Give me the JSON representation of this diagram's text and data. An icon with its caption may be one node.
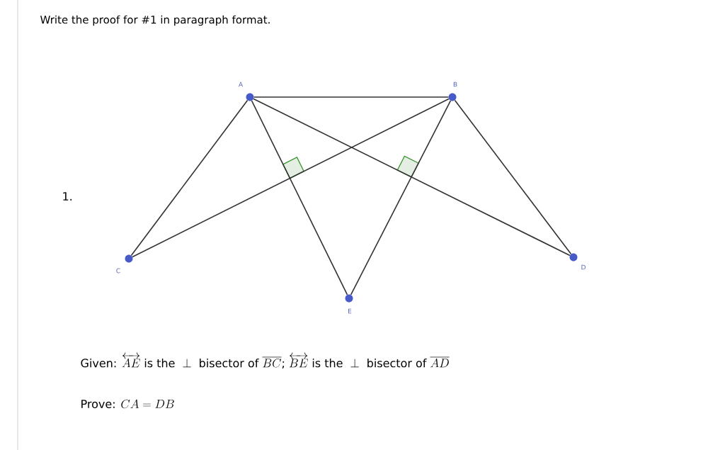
{
  "diagram": {
    "title": "Write the proof for #1 in paragraph format.",
    "nodes": [
      {
        "text": [],
        "shape": "circle",
        "beside": [
          "A"
        ]
      },
      {
        "text": [],
        "shape": "circle",
        "beside": [
          "B"
        ]
      },
      {
        "text": [],
        "shape": "circle",
        "beside": [
          "C"
        ]
      },
      {
        "text": [],
        "shape": "circle",
        "beside": [
          "D"
        ]
      },
      {
        "text": [],
        "shape": "circle",
        "beside": [
          "E"
        ]
      }
    ],
    "edges": [
      {
        "from": 0,
        "to": 1,
        "arrow": "none"
      },
      {
        "from": 0,
        "to": 2,
        "arrow": "none"
      },
      {
        "from": 0,
        "to": 4,
        "arrow": "none"
      },
      {
        "from": 0,
        "to": 3,
        "arrow": "none"
      },
      {
        "from": 1,
        "to": 2,
        "arrow": "none"
      },
      {
        "from": 1,
        "to": 4,
        "arrow": "none"
      },
      {
        "from": 1,
        "to": 3,
        "arrow": "none"
      }
    ],
    "labels": [
      "1.",
      "\\text{Given: }\\overleftrightarrow{AE}\\text{ is the }\\perp\\text{ bisector of }\\overline{BC}\\text{; }\\overleftrightarrow{BE}\\text{ is the }\\perp\\text{ bisector of }\\overline{AD}",
      "\\text{Prove: }CA = DB"
    ]
  }
}
